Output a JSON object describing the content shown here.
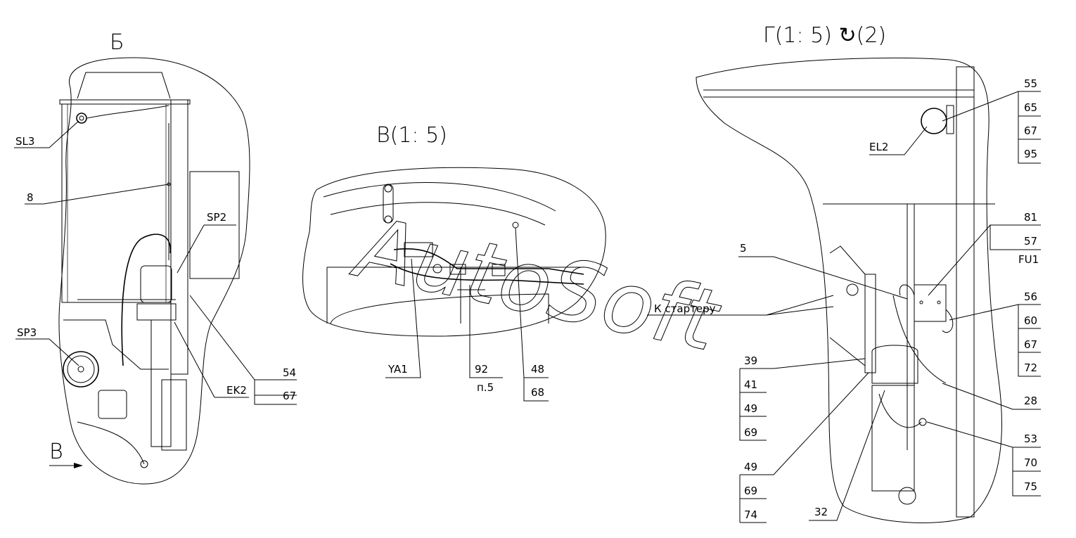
{
  "views": {
    "b": {
      "title": "Б",
      "arrow_label": "В"
    },
    "v": {
      "title": "В(1: 5)"
    },
    "g": {
      "title": "Г(1: 5) ↻(2)"
    }
  },
  "watermark": "AutoSoft",
  "callouts": {
    "sl3": "SL3",
    "p8": "8",
    "sp2": "SP2",
    "sp3": "SP3",
    "ek2": "EK2",
    "p54": "54",
    "p67a": "67",
    "ya1": "YA1",
    "p92": "92",
    "p5note": "п.5",
    "p48": "48",
    "p68": "68",
    "k_starter": "К стартеру",
    "p55": "55",
    "p65": "65",
    "p67b": "67",
    "p95": "95",
    "el2": "EL2",
    "p81": "81",
    "p57": "57",
    "fu1": "FU1",
    "p5": "5",
    "p56": "56",
    "p60": "60",
    "p67c": "67",
    "p72": "72",
    "p28": "28",
    "p39": "39",
    "p41": "41",
    "p49a": "49",
    "p69a": "69",
    "p53": "53",
    "p70": "70",
    "p75": "75",
    "p49b": "49",
    "p69b": "69",
    "p74": "74",
    "p32": "32"
  }
}
